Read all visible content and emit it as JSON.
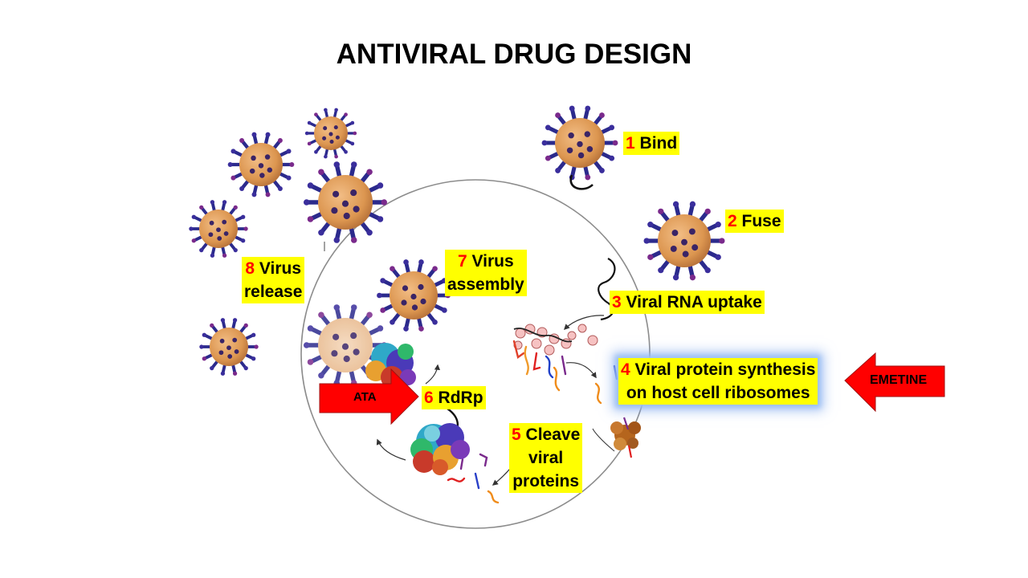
{
  "title": "ANTIVIRAL DRUG DESIGN",
  "steps": [
    {
      "num": "1",
      "text": "Bind"
    },
    {
      "num": "2",
      "text": "Fuse"
    },
    {
      "num": "3",
      "text": "Viral RNA uptake"
    },
    {
      "num": "4",
      "line1": "Viral protein synthesis",
      "line2": "on host cell ribosomes"
    },
    {
      "num": "5",
      "line1": "Cleave",
      "line2": "viral",
      "line3": "proteins"
    },
    {
      "num": "6",
      "text": "RdRp"
    },
    {
      "num": "7",
      "line1": "Virus",
      "line2": "assembly"
    },
    {
      "num": "8",
      "line1": "Virus",
      "line2": "release"
    }
  ],
  "drugs": {
    "ata": "ATA",
    "emetine": "EMETINE"
  },
  "colors": {
    "label_bg": "#ffff00",
    "step_number": "#ff0000",
    "arrow_red": "#ff0000",
    "virion": "#e09a5a",
    "spike": "#2b2a8c",
    "glow": "#9ec3f5"
  }
}
